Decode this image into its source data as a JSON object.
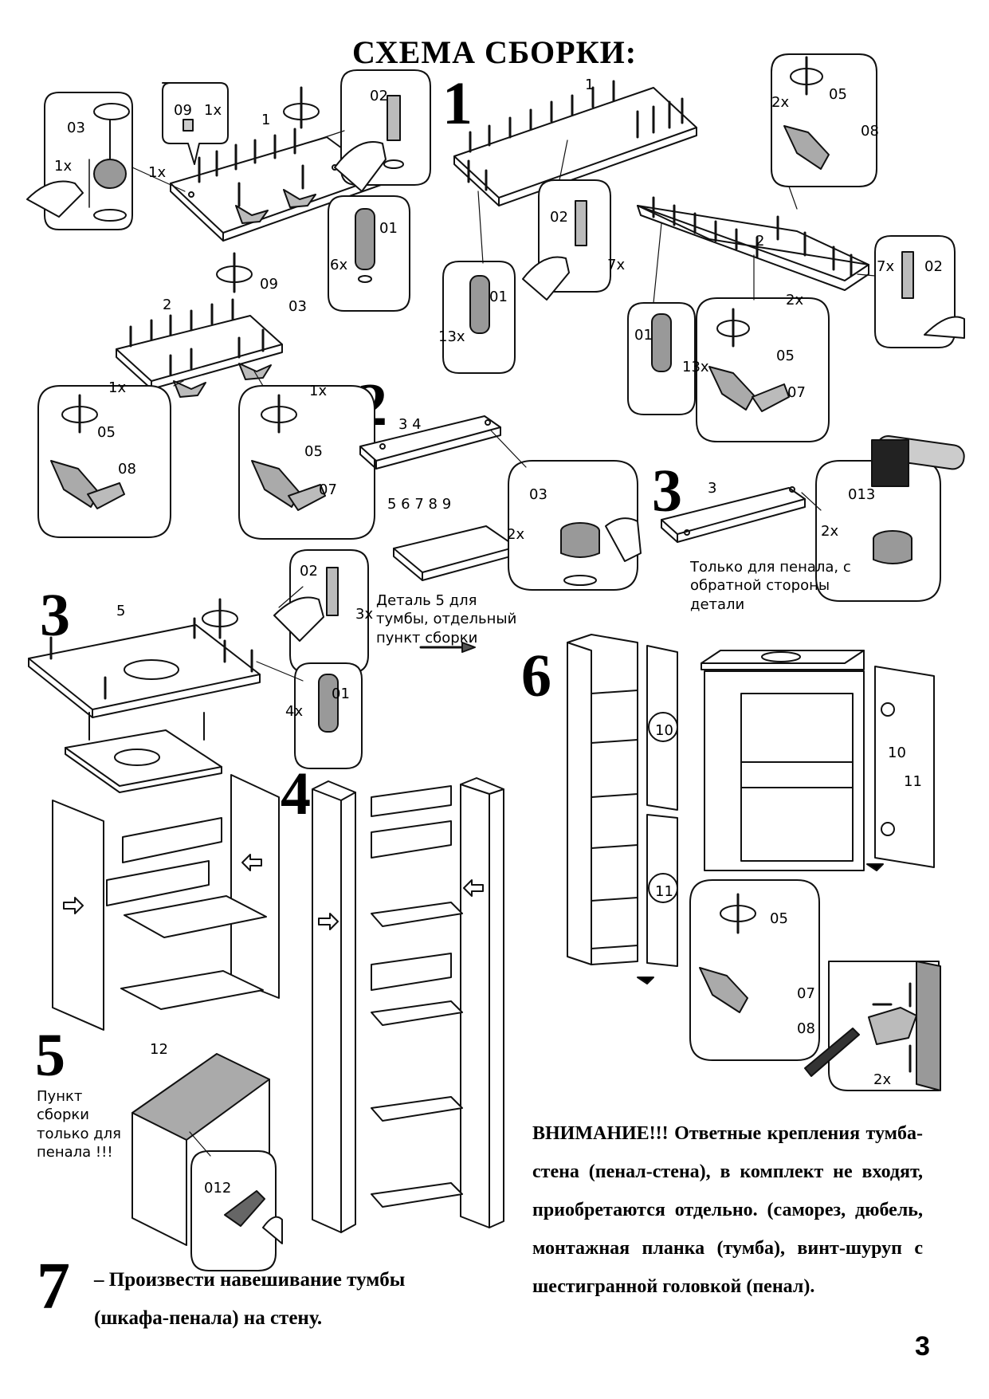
{
  "title": "СХЕМА СБОРКИ:",
  "steps": {
    "s1": "1",
    "s2": "2",
    "s3a": "3",
    "s3b": "3",
    "s4": "4",
    "s5": "5",
    "s6": "6",
    "s7": "7"
  },
  "parts": {
    "p01": "01",
    "p02": "02",
    "p03": "03",
    "p05": "05",
    "p07": "07",
    "p08": "08",
    "p09": "09",
    "p012": "012",
    "p013": "013",
    "n1": "1",
    "n2": "2",
    "n3": "3",
    "n5": "5",
    "n10": "10",
    "n11": "11",
    "n12": "12",
    "n34": "3 4",
    "n56789": "5 6 7 8 9"
  },
  "qty": {
    "x1": "1x",
    "x2": "2x",
    "x3": "3x",
    "x4": "4x",
    "x6": "6x",
    "x7": "7x",
    "x13": "13x"
  },
  "notes": {
    "detail5": "Деталь 5 для тумбы, отдельный пункт сборки",
    "penal_only": "Только для пенала, с обратной стороны детали",
    "step5": "Пункт сборки только для пенала !!!"
  },
  "warning": "ВНИМАНИЕ!!! Ответные крепления тумба-стена (пенал-стена), в комплект не входят, приобретаются отдельно. (саморез, дюбель, монтажная планка (тумба), винт-шуруп с шестигранной головкой (пенал).",
  "step7_text": "– Произвести навешивание тумбы (шкафа-пенала) на стену.",
  "page_number": "3"
}
